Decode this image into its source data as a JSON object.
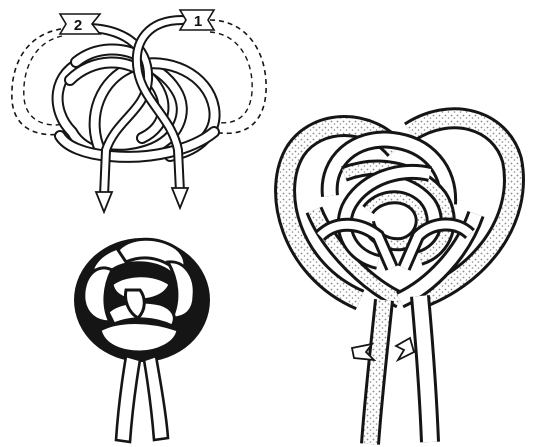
{
  "figure": {
    "callouts": [
      {
        "id": "step-2",
        "text": "2"
      },
      {
        "id": "step-1",
        "text": "1"
      }
    ],
    "panels": [
      "loose-knot-with-threading-arrows",
      "finished-button-knot",
      "enlarged-tightened-knot-with-arrows"
    ]
  },
  "colors": {
    "ink": "#151515",
    "paper": "#ffffff",
    "stipple": "#8a8a8a"
  }
}
